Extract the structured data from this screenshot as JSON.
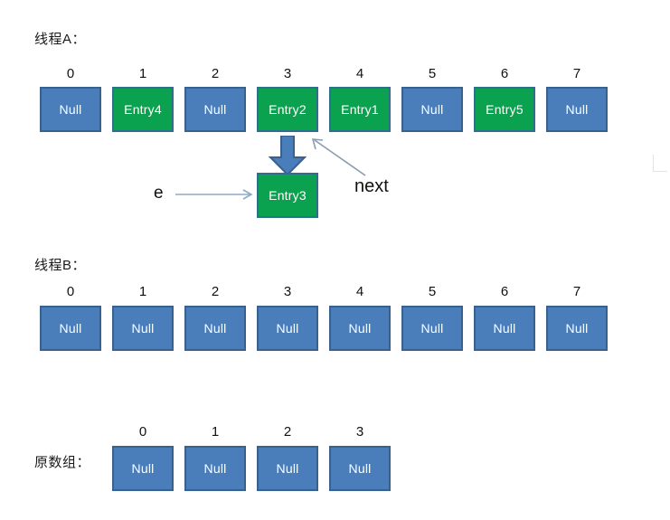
{
  "diagram": {
    "title_not_shown": "",
    "colors": {
      "null_fill": "#4a7ebb",
      "null_border": "#37618f",
      "entry_fill": "#0aa24f",
      "entry_border": "#2e6f8e",
      "arrow_thick": "#4a7ebb",
      "arrow_thick_border": "#37618f",
      "arrow_thin": "#8fa9c4",
      "text_dark": "#111111",
      "cell_text": "#ffffff",
      "background": "#ffffff"
    },
    "sections": [
      {
        "id": "thread-a",
        "label": "线程A：",
        "indices": [
          "0",
          "1",
          "2",
          "3",
          "4",
          "5",
          "6",
          "7"
        ],
        "cells": [
          {
            "text": "Null",
            "kind": "null"
          },
          {
            "text": "Entry4",
            "kind": "entry"
          },
          {
            "text": "Null",
            "kind": "null"
          },
          {
            "text": "Entry2",
            "kind": "entry"
          },
          {
            "text": "Entry1",
            "kind": "entry"
          },
          {
            "text": "Null",
            "kind": "null"
          },
          {
            "text": "Entry5",
            "kind": "entry"
          },
          {
            "text": "Null",
            "kind": "null"
          }
        ]
      },
      {
        "id": "thread-b",
        "label": "线程B：",
        "indices": [
          "0",
          "1",
          "2",
          "3",
          "4",
          "5",
          "6",
          "7"
        ],
        "cells": [
          {
            "text": "Null",
            "kind": "null"
          },
          {
            "text": "Null",
            "kind": "null"
          },
          {
            "text": "Null",
            "kind": "null"
          },
          {
            "text": "Null",
            "kind": "null"
          },
          {
            "text": "Null",
            "kind": "null"
          },
          {
            "text": "Null",
            "kind": "null"
          },
          {
            "text": "Null",
            "kind": "null"
          },
          {
            "text": "Null",
            "kind": "null"
          }
        ]
      },
      {
        "id": "orig-array",
        "label": "原数组：",
        "indices": [
          "0",
          "1",
          "2",
          "3"
        ],
        "cells": [
          {
            "text": "Null",
            "kind": "null"
          },
          {
            "text": "Null",
            "kind": "null"
          },
          {
            "text": "Null",
            "kind": "null"
          },
          {
            "text": "Null",
            "kind": "null"
          }
        ]
      }
    ],
    "detached_node": {
      "text": "Entry3",
      "kind": "entry"
    },
    "annotations": {
      "e_label": "e",
      "next_label": "next"
    },
    "icons": {
      "thick_down_arrow": "block-down-arrow-icon",
      "e_pointer_arrow": "thin-right-arrow-icon",
      "next_pointer_arrow": "thin-diagonal-arrow-icon"
    }
  }
}
